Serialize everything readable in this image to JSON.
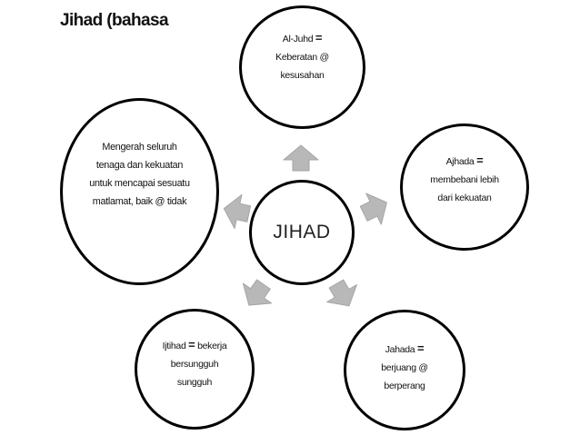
{
  "title": "Jihad (bahasa",
  "center": {
    "label": "JIHAD"
  },
  "nodes": {
    "top": {
      "term": "Al-Juhd",
      "eq": "=",
      "lines": [
        "Keberatan @",
        "kesusahan"
      ]
    },
    "right": {
      "term": "Ajhada",
      "eq": "=",
      "lines": [
        "membebani lebih",
        "dari kekuatan"
      ]
    },
    "bottom_right": {
      "term": "Jahada",
      "eq": "=",
      "lines": [
        "berjuang @",
        "berperang"
      ]
    },
    "bottom_left": {
      "term": "Ijtihad",
      "eq": "=",
      "after": "bekerja",
      "lines": [
        "bersungguh",
        "sungguh"
      ]
    },
    "left": {
      "lines": [
        "Mengerah seluruh",
        "tenaga dan kekuatan",
        "untuk mencapai sesuatu",
        "matlamat, baik @ tidak"
      ]
    }
  },
  "arrows": [
    {
      "direction": "up"
    },
    {
      "direction": "up-right"
    },
    {
      "direction": "down-right"
    },
    {
      "direction": "down-left"
    },
    {
      "direction": "up-left"
    }
  ],
  "colors": {
    "arrow_fill": "#b8b8b8",
    "arrow_stroke": "#a5a5a5",
    "circle_border": "#000000",
    "text": "#111111"
  }
}
